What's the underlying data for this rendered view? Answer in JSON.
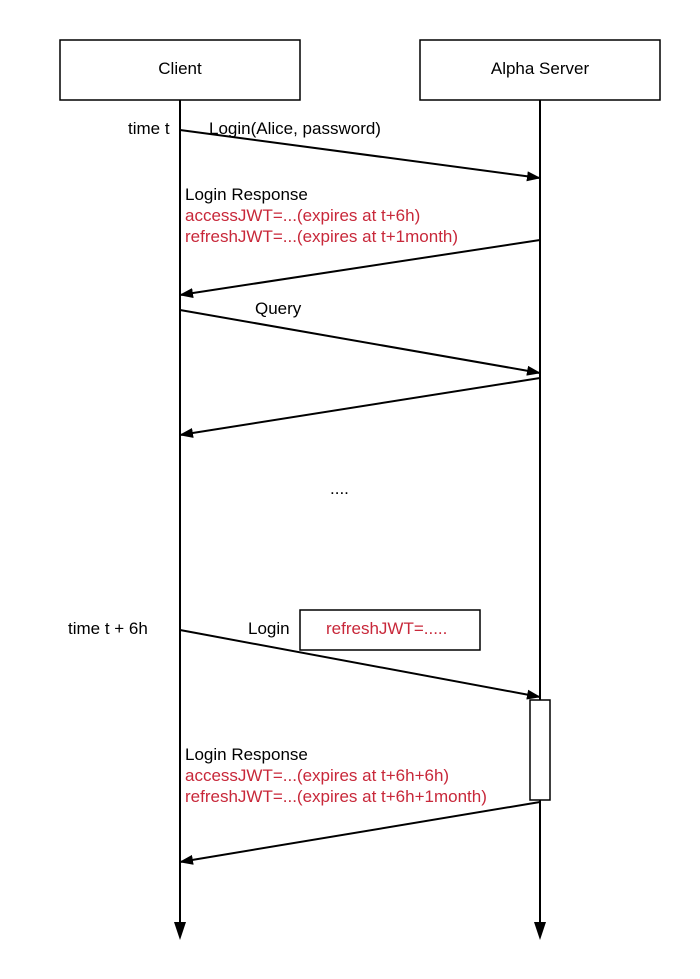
{
  "participants": {
    "client": "Client",
    "server": "Alpha Server"
  },
  "time_labels": {
    "t0": "time t",
    "t1": "time t + 6h"
  },
  "messages": {
    "login1": "Login(Alice, password)",
    "response1": {
      "title": "Login Response",
      "access": "accessJWT=...(expires at t+6h)",
      "refresh": "refreshJWT=...(expires at t+1month)"
    },
    "query": "Query",
    "ellipsis": "....",
    "login2": "Login",
    "login2_token": "refreshJWT=.....",
    "response2": {
      "title": "Login Response",
      "access": "accessJWT=...(expires at t+6h+6h)",
      "refresh": "refreshJWT=...(expires at t+6h+1month)"
    }
  },
  "colors": {
    "line": "#000000",
    "token_text": "#c8283a",
    "background": "#ffffff"
  }
}
